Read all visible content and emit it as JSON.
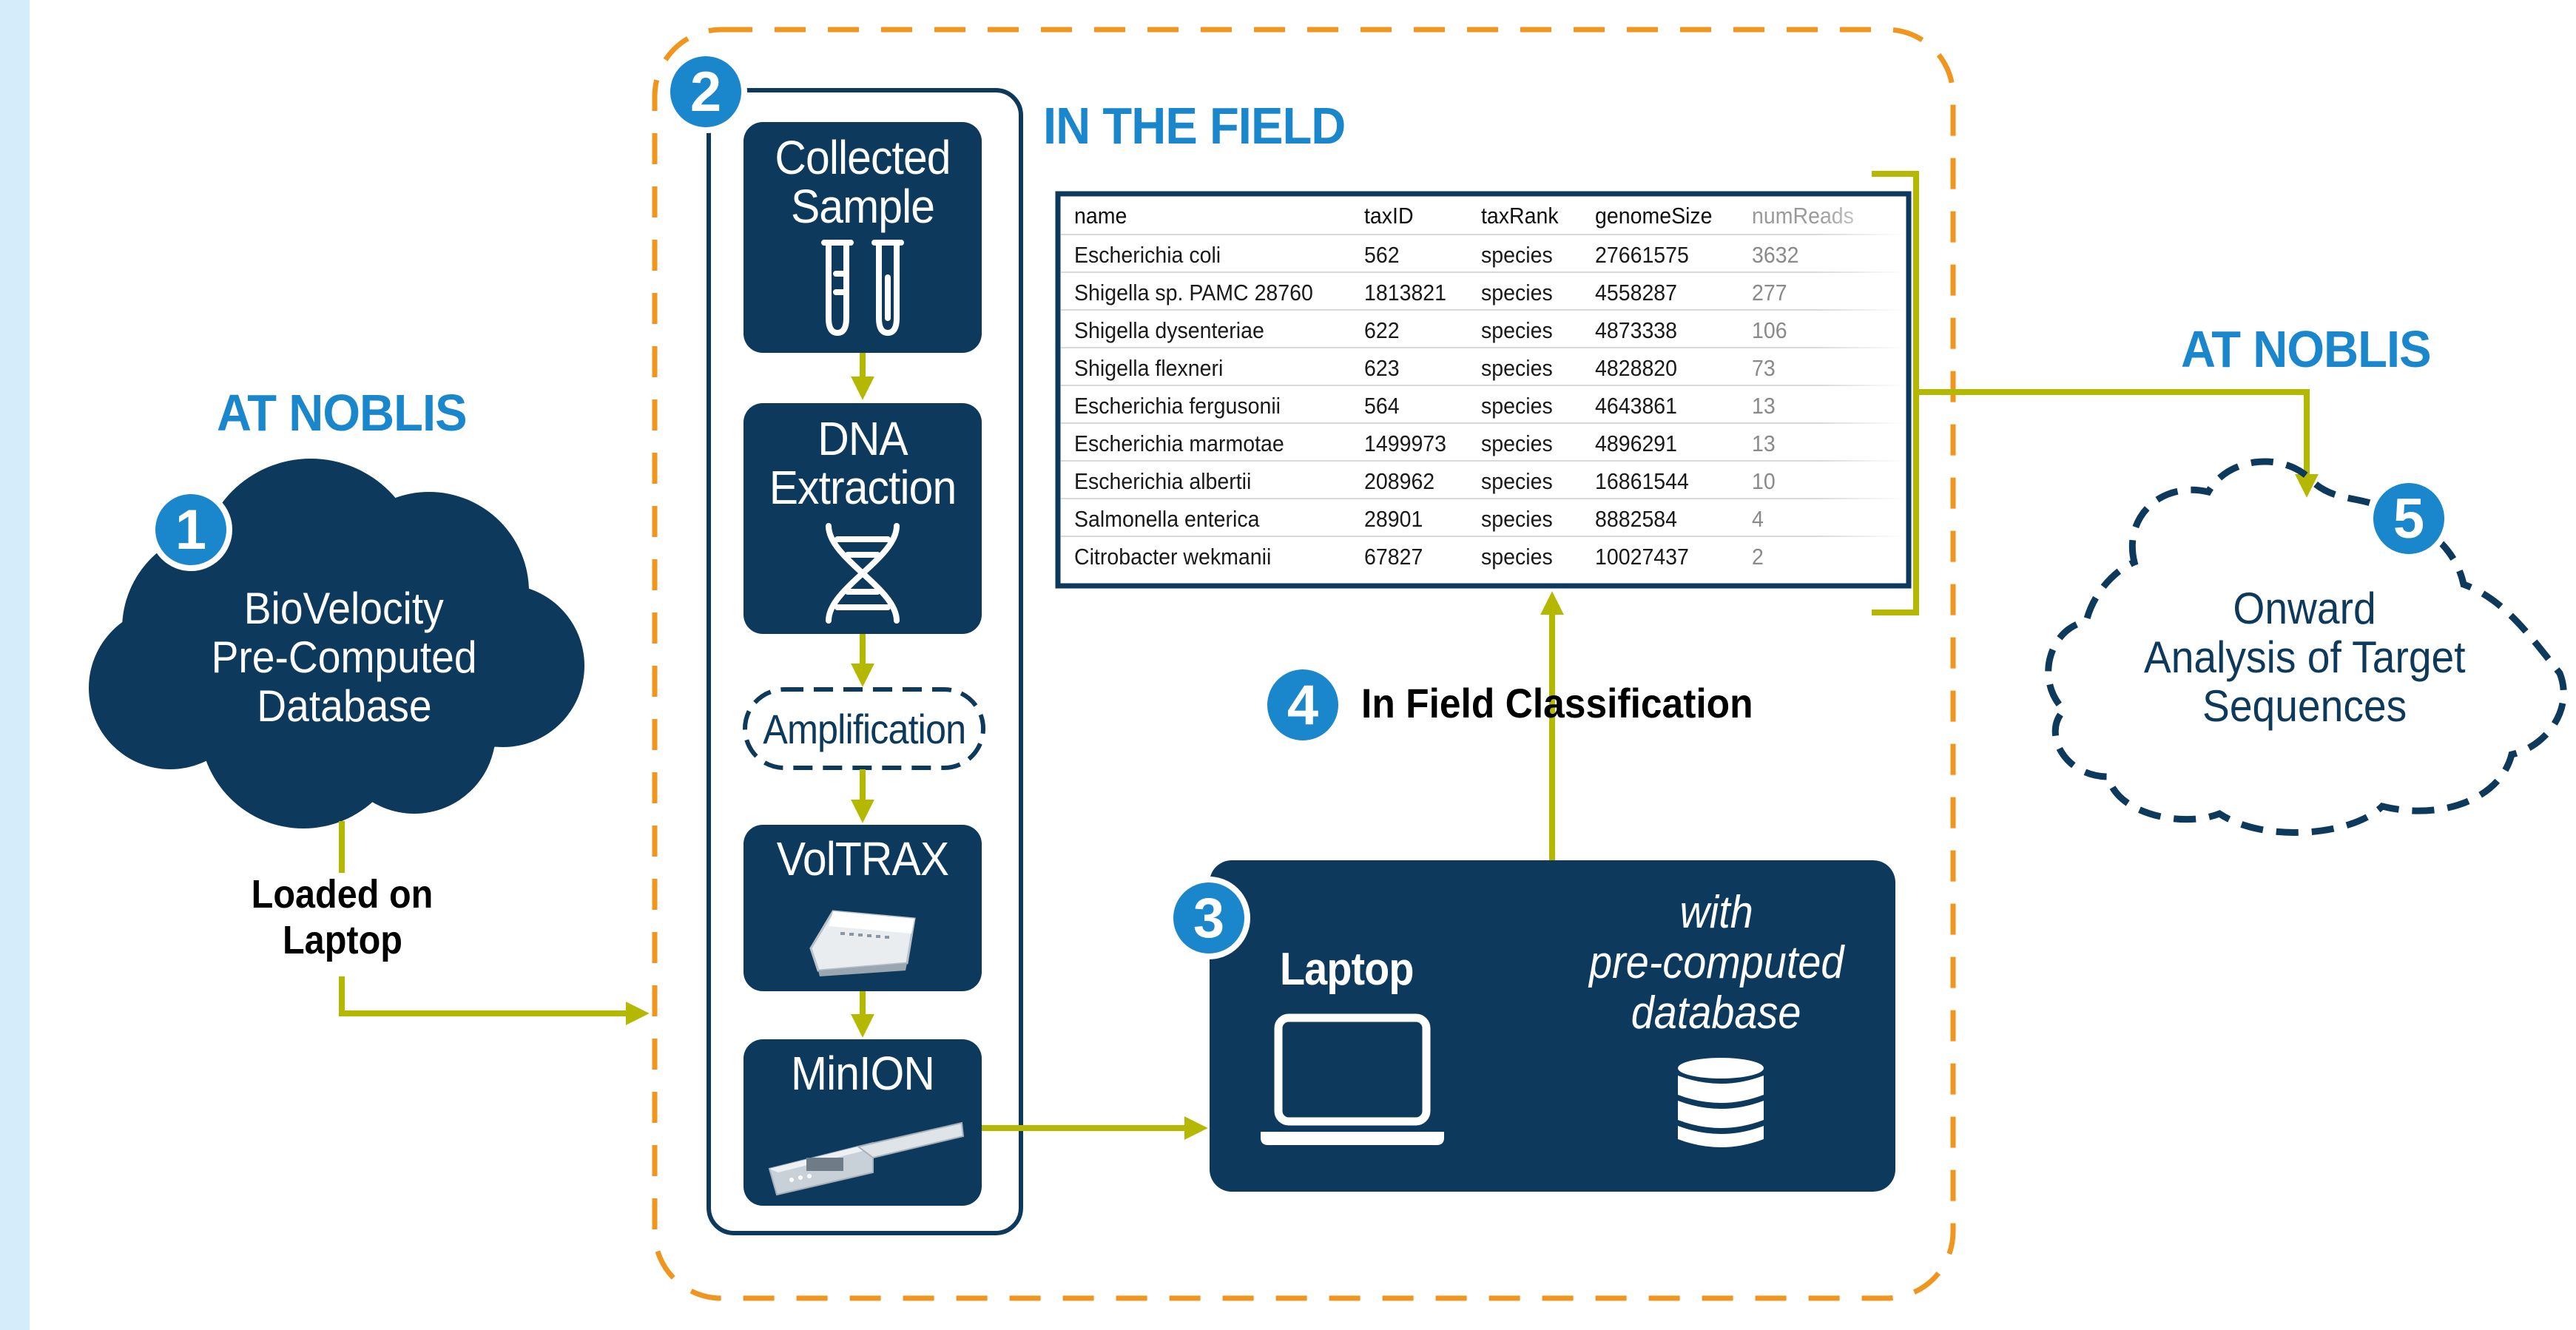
{
  "headings": {
    "in_the_field": "IN THE FIELD",
    "at_noblis_left": "AT NOBLIS",
    "at_noblis_right": "AT NOBLIS"
  },
  "badges": [
    "1",
    "2",
    "3",
    "4",
    "5"
  ],
  "database_cloud": {
    "label_lines": [
      "BioVelocity",
      "Pre-Computed",
      "Database"
    ]
  },
  "loaded_label_lines": [
    "Loaded on",
    "Laptop"
  ],
  "steps": {
    "collected_sample": [
      "Collected",
      "Sample"
    ],
    "dna_extraction": [
      "DNA",
      "Extraction"
    ],
    "amplification": "Amplification",
    "voltrax": "VolTRAX",
    "minion": "MinION"
  },
  "laptop_box": {
    "title": "Laptop",
    "with_lines": [
      "with",
      "pre-computed",
      "database"
    ]
  },
  "classification_label": "In Field Classification",
  "onward_cloud": {
    "label_lines": [
      "Onward",
      "Analysis of Target",
      "Sequences"
    ]
  },
  "results_table": {
    "headers": [
      "name",
      "taxID",
      "taxRank",
      "genomeSize",
      "numReads"
    ],
    "rows": [
      [
        "Escherichia coli",
        "562",
        "species",
        "27661575",
        "3632"
      ],
      [
        "Shigella sp. PAMC 28760",
        "1813821",
        "species",
        "4558287",
        "277"
      ],
      [
        "Shigella dysenteriae",
        "622",
        "species",
        "4873338",
        "106"
      ],
      [
        "Shigella flexneri",
        "623",
        "species",
        "4828820",
        "73"
      ],
      [
        "Escherichia fergusonii",
        "564",
        "species",
        "4643861",
        "13"
      ],
      [
        "Escherichia marmotae",
        "1499973",
        "species",
        "4896291",
        "13"
      ],
      [
        "Escherichia albertii",
        "208962",
        "species",
        "16861544",
        "10"
      ],
      [
        "Salmonella enterica",
        "28901",
        "species",
        "8882584",
        "4"
      ],
      [
        "Citrobacter wekmanii",
        "67827",
        "species",
        "10027437",
        "2"
      ]
    ]
  },
  "colors": {
    "navy": "#0d3a5c",
    "blue": "#1a86cc",
    "orange": "#f0961e",
    "olive": "#b5b800",
    "sidebar": "#d5ecfa"
  },
  "icons": [
    "test-tubes-icon",
    "dna-helix-icon",
    "voltrax-device-icon",
    "minion-device-icon",
    "laptop-icon",
    "database-icon"
  ]
}
